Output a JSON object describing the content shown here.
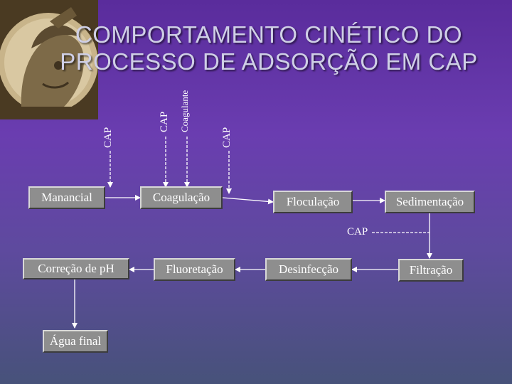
{
  "title": {
    "line1": "COMPORTAMENTO CINÉTICO DO",
    "line2": "PROCESSO DE ADSORÇÃO EM CAP"
  },
  "dosing_labels": {
    "cap_1": "CAP",
    "cap_2": "CAP",
    "coagulante": "Coagulante",
    "cap_3": "CAP",
    "cap_filtration": "CAP"
  },
  "steps": {
    "manancial": "Manancial",
    "coagulacao": "Coagulação",
    "floculacao": "Floculação",
    "sedimentacao": "Sedimentação",
    "filtracao": "Filtração",
    "desinfeccao": "Desinfecção",
    "fluoretacao": "Fluoretação",
    "correcao_ph": "Correção de pH",
    "agua_final": "Água final"
  }
}
